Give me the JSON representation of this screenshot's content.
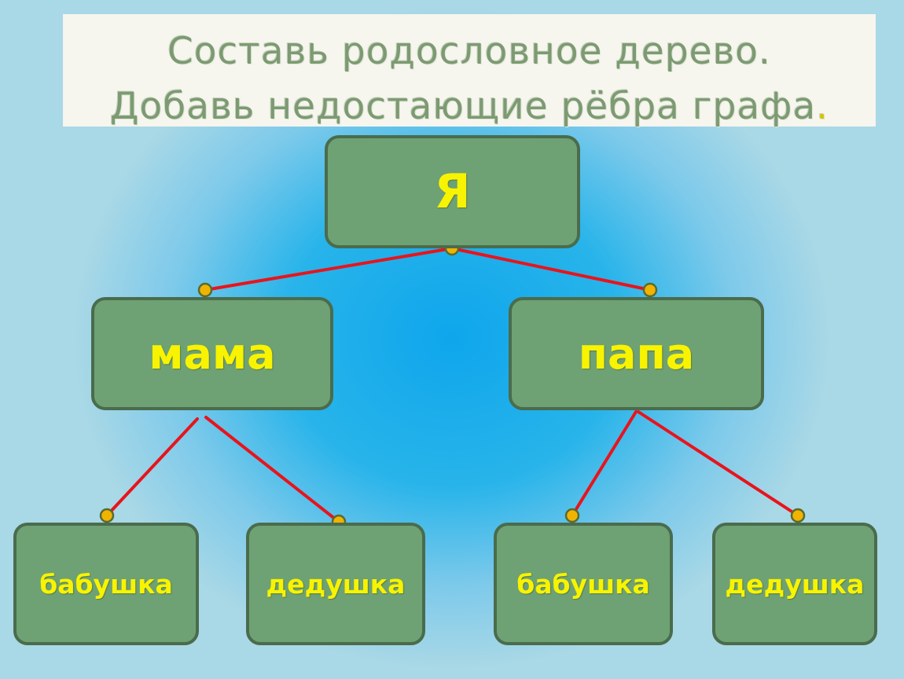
{
  "title": {
    "line1": "Составь родословное дерево.",
    "line2": "Добавь недостающие рёбра графа",
    "line2_end": "."
  },
  "nodes": {
    "me": "Я",
    "mother": "мама",
    "father": "папа",
    "mother_grandmother": "бабушка",
    "mother_grandfather": "дедушка",
    "father_grandmother": "бабушка",
    "father_grandfather": "дедушка"
  },
  "colors": {
    "node_fill": "#6ea274",
    "node_border": "#4a6c4c",
    "node_text": "#f8f300",
    "edge": "#e8141c",
    "connector_dot": "#f0b400",
    "background_center": "#0fa6ec",
    "title_text": "#7d9a72"
  }
}
